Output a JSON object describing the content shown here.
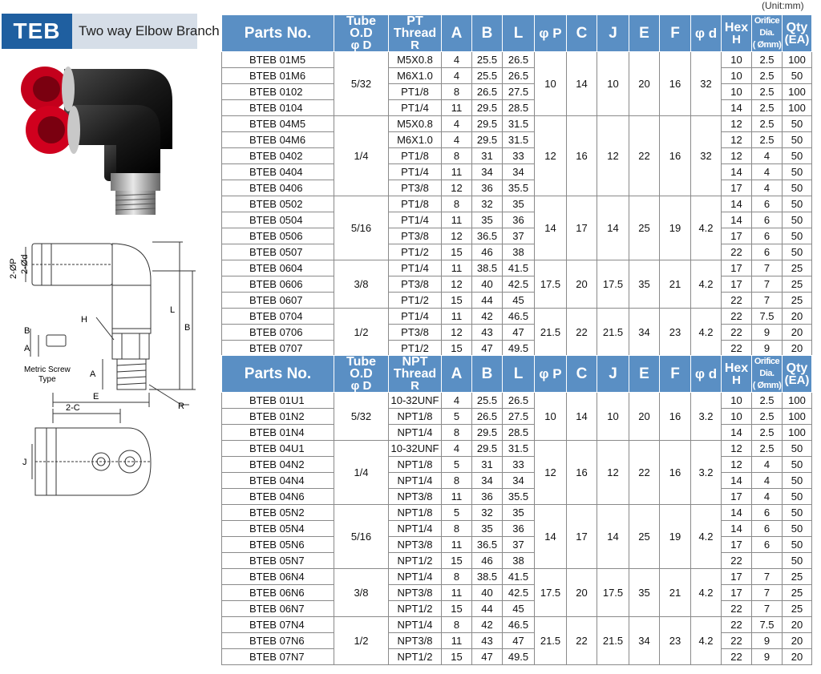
{
  "header": {
    "code": "TEB",
    "name": "Two way Elbow Branch",
    "unit": "(Unit:mm)"
  },
  "drawing_labels": {
    "p": "2-ØP",
    "d": "2-Ød",
    "h": "H",
    "l": "L",
    "b": "B",
    "a": "A",
    "e": "E",
    "c": "2-C",
    "j": "J",
    "r": "R",
    "ms_b": "B",
    "ms_a": "A",
    "metric": "Metric Screw",
    "type": "Type"
  },
  "columns": {
    "parts": "Parts No.",
    "tube1": "Tube O.D",
    "tube2": "φ D",
    "thread_pt": "PT Thread",
    "thread_npt": "NPT Thread",
    "r": "R",
    "a": "A",
    "b": "B",
    "l": "L",
    "p": "φ P",
    "c": "C",
    "j": "J",
    "e": "E",
    "f": "F",
    "d": "φ d",
    "hex1": "Hex",
    "hex2": "H",
    "orifice1": "Orifice Dia.",
    "orifice2": "( Ømm)",
    "qty1": "Qty",
    "qty2": "(EA)"
  },
  "pt_groups": [
    {
      "od": "5/32",
      "p": "10",
      "c": "14",
      "j": "10",
      "e": "20",
      "f": "16",
      "d": "32",
      "rows": [
        [
          "BTEB 01M5",
          "M5X0.8",
          "4",
          "25.5",
          "26.5",
          "10",
          "2.5",
          "100"
        ],
        [
          "BTEB 01M6",
          "M6X1.0",
          "4",
          "25.5",
          "26.5",
          "10",
          "2.5",
          "50"
        ],
        [
          "BTEB 0102",
          "PT1/8",
          "8",
          "26.5",
          "27.5",
          "10",
          "2.5",
          "100"
        ],
        [
          "BTEB 0104",
          "PT1/4",
          "11",
          "29.5",
          "28.5",
          "14",
          "2.5",
          "100"
        ]
      ]
    },
    {
      "od": "1/4",
      "p": "12",
      "c": "16",
      "j": "12",
      "e": "22",
      "f": "16",
      "d": "32",
      "rows": [
        [
          "BTEB 04M5",
          "M5X0.8",
          "4",
          "29.5",
          "31.5",
          "12",
          "2.5",
          "50"
        ],
        [
          "BTEB 04M6",
          "M6X1.0",
          "4",
          "29.5",
          "31.5",
          "12",
          "2.5",
          "50"
        ],
        [
          "BTEB 0402",
          "PT1/8",
          "8",
          "31",
          "33",
          "12",
          "4",
          "50"
        ],
        [
          "BTEB 0404",
          "PT1/4",
          "11",
          "34",
          "34",
          "14",
          "4",
          "50"
        ],
        [
          "BTEB 0406",
          "PT3/8",
          "12",
          "36",
          "35.5",
          "17",
          "4",
          "50"
        ]
      ]
    },
    {
      "od": "5/16",
      "p": "14",
      "c": "17",
      "j": "14",
      "e": "25",
      "f": "19",
      "d": "4.2",
      "rows": [
        [
          "BTEB 0502",
          "PT1/8",
          "8",
          "32",
          "35",
          "14",
          "6",
          "50"
        ],
        [
          "BTEB 0504",
          "PT1/4",
          "11",
          "35",
          "36",
          "14",
          "6",
          "50"
        ],
        [
          "BTEB 0506",
          "PT3/8",
          "12",
          "36.5",
          "37",
          "17",
          "6",
          "50"
        ],
        [
          "BTEB 0507",
          "PT1/2",
          "15",
          "46",
          "38",
          "22",
          "6",
          "50"
        ]
      ]
    },
    {
      "od": "3/8",
      "p": "17.5",
      "c": "20",
      "j": "17.5",
      "e": "35",
      "f": "21",
      "d": "4.2",
      "rows": [
        [
          "BTEB 0604",
          "PT1/4",
          "11",
          "38.5",
          "41.5",
          "17",
          "7",
          "25"
        ],
        [
          "BTEB 0606",
          "PT3/8",
          "12",
          "40",
          "42.5",
          "17",
          "7",
          "25"
        ],
        [
          "BTEB 0607",
          "PT1/2",
          "15",
          "44",
          "45",
          "22",
          "7",
          "25"
        ]
      ]
    },
    {
      "od": "1/2",
      "p": "21.5",
      "c": "22",
      "j": "21.5",
      "e": "34",
      "f": "23",
      "d": "4.2",
      "rows": [
        [
          "BTEB 0704",
          "PT1/4",
          "11",
          "42",
          "46.5",
          "22",
          "7.5",
          "20"
        ],
        [
          "BTEB 0706",
          "PT3/8",
          "12",
          "43",
          "47",
          "22",
          "9",
          "20"
        ],
        [
          "BTEB 0707",
          "PT1/2",
          "15",
          "47",
          "49.5",
          "22",
          "9",
          "20"
        ]
      ]
    }
  ],
  "npt_groups": [
    {
      "od": "5/32",
      "p": "10",
      "c": "14",
      "j": "10",
      "e": "20",
      "f": "16",
      "d": "3.2",
      "rows": [
        [
          "BTEB 01U1",
          "10-32UNF",
          "4",
          "25.5",
          "26.5",
          "10",
          "2.5",
          "100"
        ],
        [
          "BTEB 01N2",
          "NPT1/8",
          "5",
          "26.5",
          "27.5",
          "10",
          "2.5",
          "100"
        ],
        [
          "BTEB 01N4",
          "NPT1/4",
          "8",
          "29.5",
          "28.5",
          "14",
          "2.5",
          "100"
        ]
      ]
    },
    {
      "od": "1/4",
      "p": "12",
      "c": "16",
      "j": "12",
      "e": "22",
      "f": "16",
      "d": "3.2",
      "rows": [
        [
          "BTEB 04U1",
          "10-32UNF",
          "4",
          "29.5",
          "31.5",
          "12",
          "2.5",
          "50"
        ],
        [
          "BTEB 04N2",
          "NPT1/8",
          "5",
          "31",
          "33",
          "12",
          "4",
          "50"
        ],
        [
          "BTEB 04N4",
          "NPT1/4",
          "8",
          "34",
          "34",
          "14",
          "4",
          "50"
        ],
        [
          "BTEB 04N6",
          "NPT3/8",
          "11",
          "36",
          "35.5",
          "17",
          "4",
          "50"
        ]
      ]
    },
    {
      "od": "5/16",
      "p": "14",
      "c": "17",
      "j": "14",
      "e": "25",
      "f": "19",
      "d": "4.2",
      "rows": [
        [
          "BTEB 05N2",
          "NPT1/8",
          "5",
          "32",
          "35",
          "14",
          "6",
          "50"
        ],
        [
          "BTEB 05N4",
          "NPT1/4",
          "8",
          "35",
          "36",
          "14",
          "6",
          "50"
        ],
        [
          "BTEB 05N6",
          "NPT3/8",
          "11",
          "36.5",
          "37",
          "17",
          "6",
          "50"
        ],
        [
          "BTEB 05N7",
          "NPT1/2",
          "15",
          "46",
          "38",
          "22",
          "",
          "50"
        ]
      ]
    },
    {
      "od": "3/8",
      "p": "17.5",
      "c": "20",
      "j": "17.5",
      "e": "35",
      "f": "21",
      "d": "4.2",
      "rows": [
        [
          "BTEB 06N4",
          "NPT1/4",
          "8",
          "38.5",
          "41.5",
          "17",
          "7",
          "25"
        ],
        [
          "BTEB 06N6",
          "NPT3/8",
          "11",
          "40",
          "42.5",
          "17",
          "7",
          "25"
        ],
        [
          "BTEB 06N7",
          "NPT1/2",
          "15",
          "44",
          "45",
          "22",
          "7",
          "25"
        ]
      ]
    },
    {
      "od": "1/2",
      "p": "21.5",
      "c": "22",
      "j": "21.5",
      "e": "34",
      "f": "23",
      "d": "4.2",
      "rows": [
        [
          "BTEB 07N4",
          "NPT1/4",
          "8",
          "42",
          "46.5",
          "22",
          "7.5",
          "20"
        ],
        [
          "BTEB 07N6",
          "NPT3/8",
          "11",
          "43",
          "47",
          "22",
          "9",
          "20"
        ],
        [
          "BTEB 07N7",
          "NPT1/2",
          "15",
          "47",
          "49.5",
          "22",
          "9",
          "20"
        ]
      ]
    }
  ]
}
